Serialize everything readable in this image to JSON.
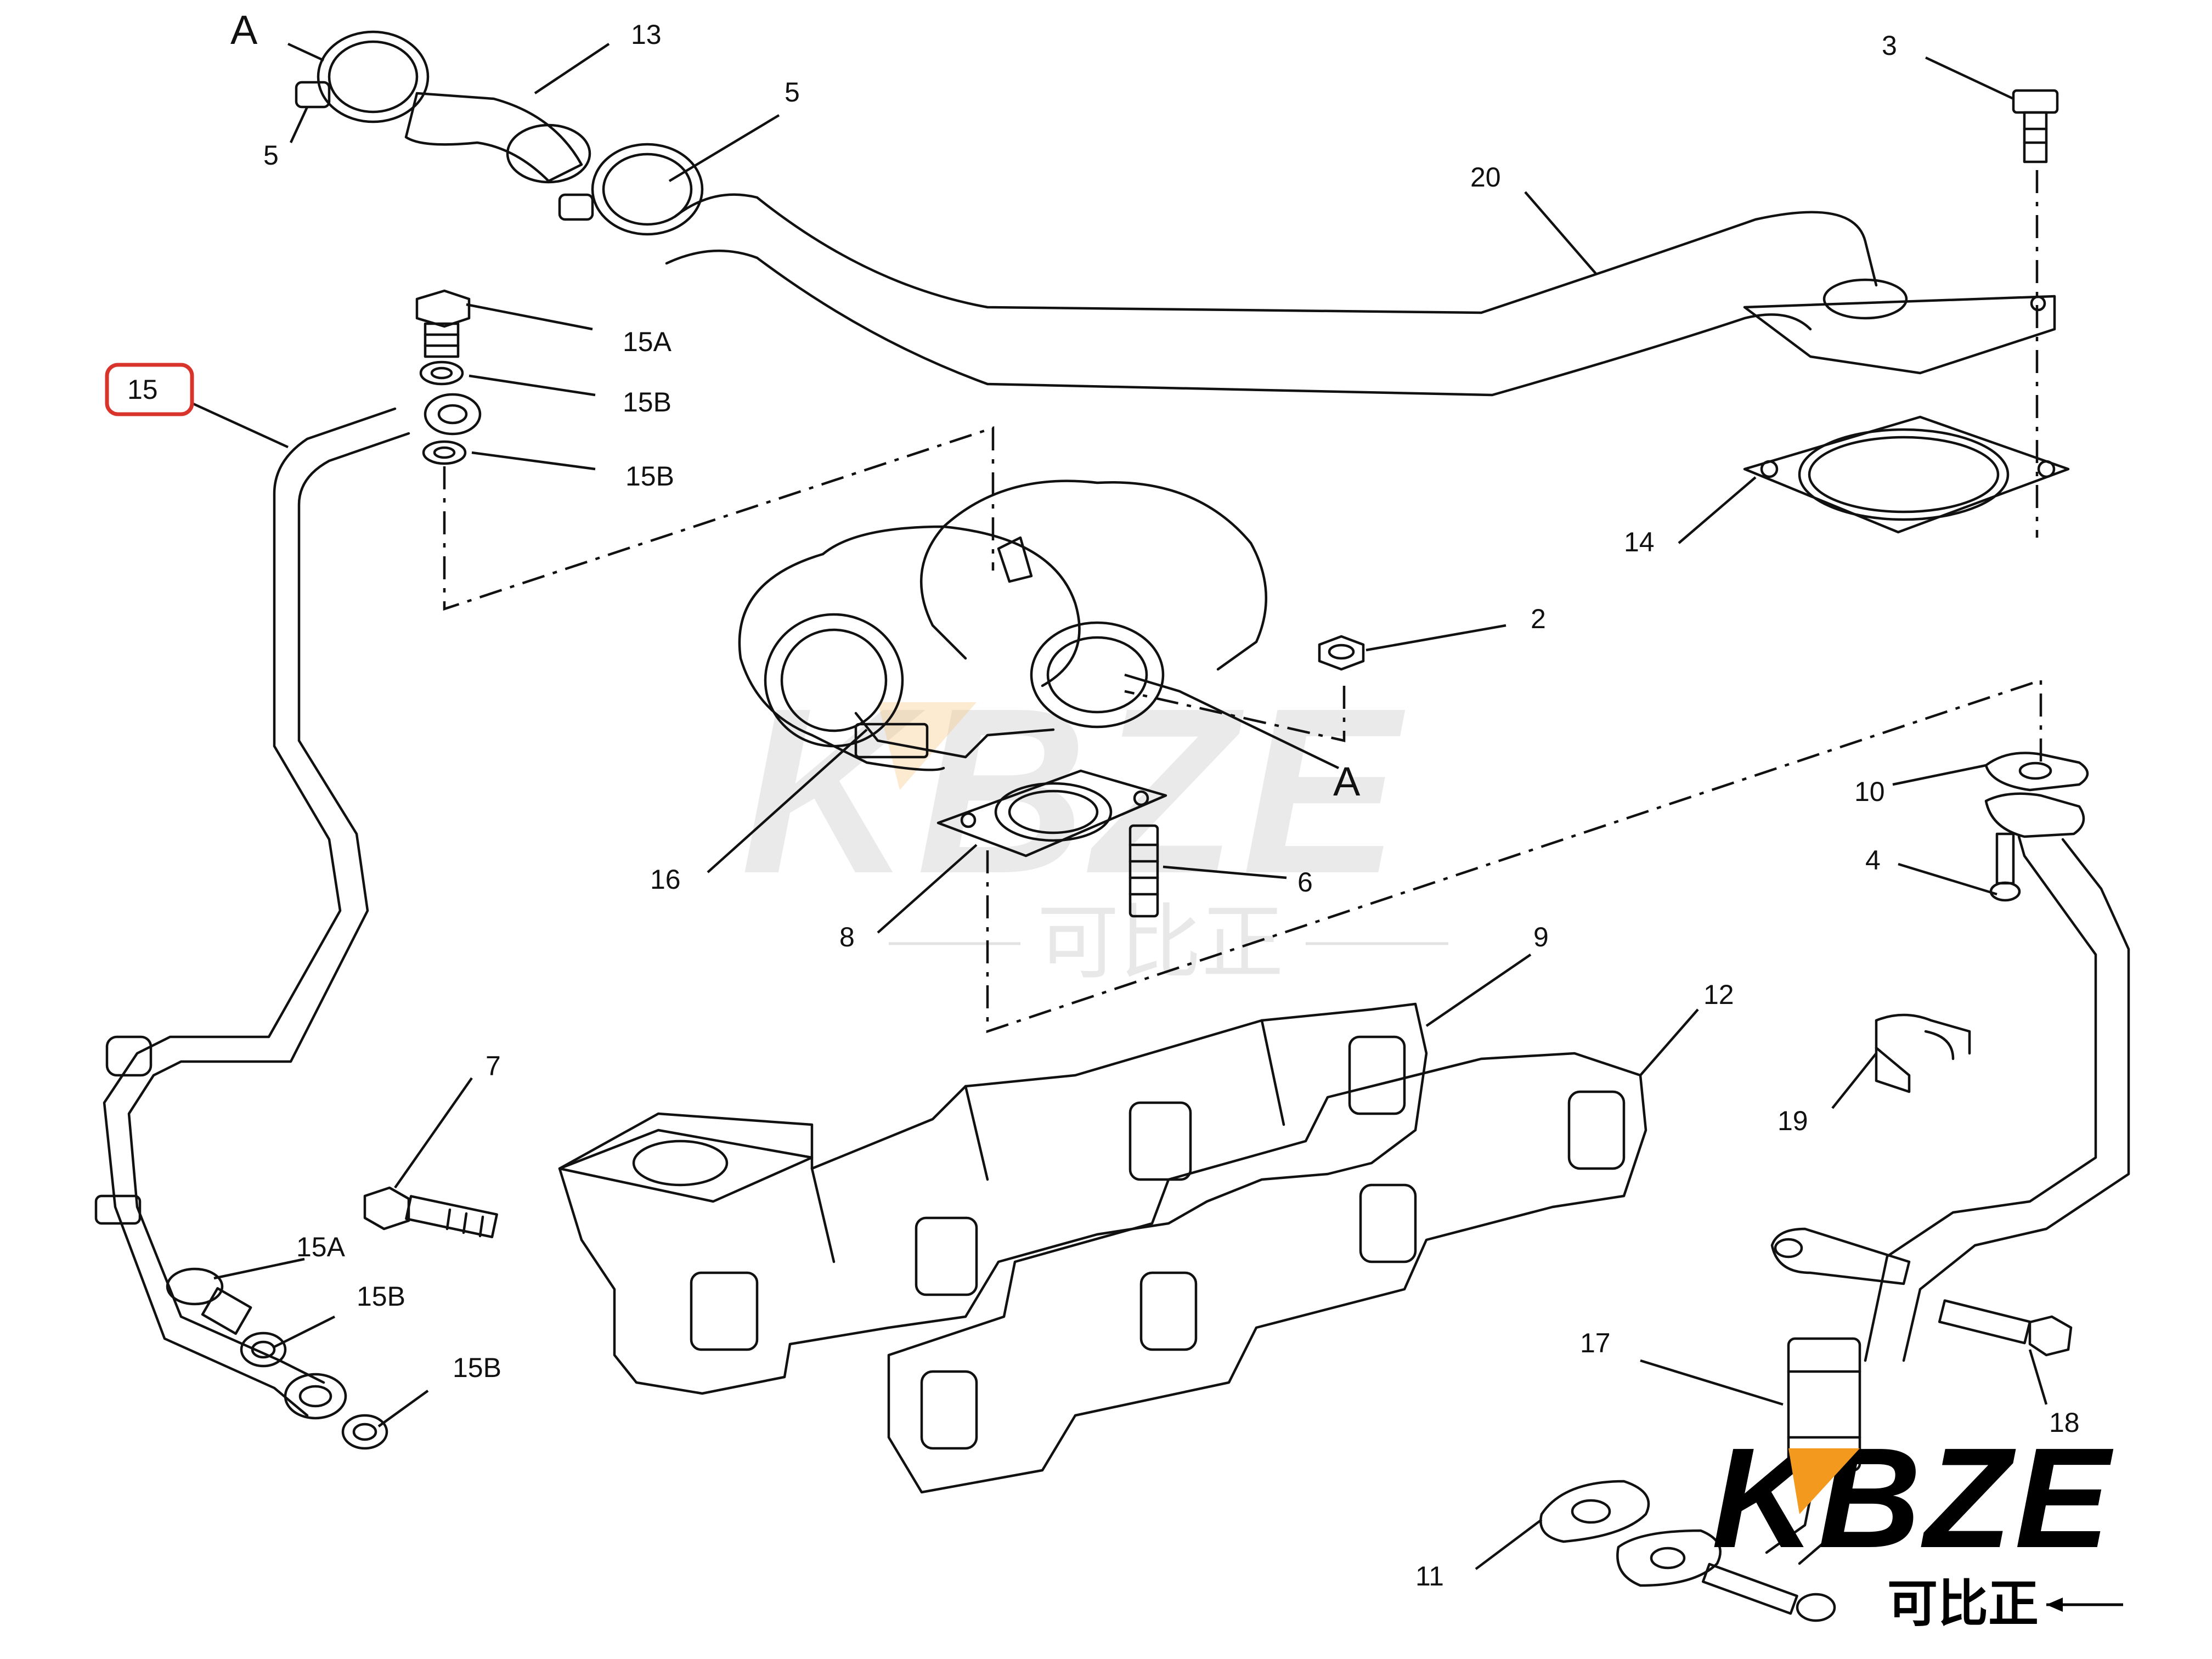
{
  "callouts": {
    "c1": "A",
    "c2": "13",
    "c3": "5",
    "c4": "5",
    "c5": "3",
    "c6": "20",
    "c7": "15A",
    "c8": "15",
    "c9": "15B",
    "c10": "15B",
    "c11": "14",
    "c12": "2",
    "c13": "A",
    "c14": "16",
    "c15": "10",
    "c16": "4",
    "c17": "6",
    "c18": "8",
    "c19": "9",
    "c20": "7",
    "c21": "12",
    "c22": "19",
    "c23": "15A",
    "c24": "15B",
    "c25": "15B",
    "c26": "17",
    "c27": "18",
    "c28": "11"
  },
  "highlight_color": "#d9342b",
  "watermark": {
    "brand": "KBZE",
    "chinese": "可比正"
  },
  "logo": {
    "brand": "KBZE",
    "chinese": "可比正",
    "accent_color": "#f39a1e"
  }
}
